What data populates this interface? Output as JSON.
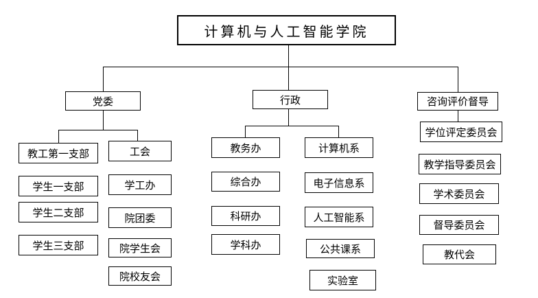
{
  "org_chart": {
    "title": "计算机与人工智能学院",
    "root": {
      "label": "计算机与人工智能学院"
    },
    "branches": [
      {
        "label": "党委",
        "columns": [
          [
            "教工第一支部",
            "学生一支部",
            "学生二支部",
            "学生三支部"
          ],
          [
            "工会",
            "学工办",
            "院团委",
            "院学生会",
            "院校友会"
          ]
        ]
      },
      {
        "label": "行政",
        "columns": [
          [
            "教务办",
            "综合办",
            "科研办",
            "学科办"
          ],
          [
            "计算机系",
            "电子信息系",
            "人工智能系",
            "公共课系",
            "实验室"
          ]
        ]
      },
      {
        "label": "咨询评价督导",
        "columns": [
          [
            "学位评定委员会",
            "教学指导委员会",
            "学术委员会",
            "督导委员会",
            "教代会"
          ]
        ]
      }
    ],
    "colors": {
      "line": "#000000",
      "background": "#ffffff",
      "text": "#000000"
    }
  }
}
